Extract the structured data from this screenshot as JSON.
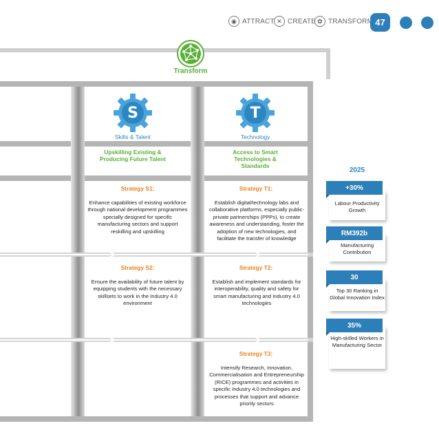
{
  "header": {
    "nav": [
      {
        "label": "ATTRACT",
        "icon": "attract-icon",
        "glyph": "◉"
      },
      {
        "label": "CREATE",
        "icon": "create-icon",
        "glyph": "✕"
      },
      {
        "label": "TRANSFORM",
        "icon": "transform-icon",
        "glyph": "✿"
      }
    ],
    "page_number": "47"
  },
  "transform": {
    "title": "Transform",
    "icon": "transform-network-icon"
  },
  "pillars": [
    {
      "letter": "S",
      "label": "Skills & Talent",
      "heading": "Upskilling Existing & Producing Future Talent",
      "color": "#2c86c0"
    },
    {
      "letter": "T",
      "label": "Technology",
      "heading": "Access to Smart Technologies & Standards",
      "color": "#2c86c0"
    }
  ],
  "strategies": {
    "s1": {
      "title": "Strategy S1:",
      "text": "Enhance capabilities of existing workforce through national development programmes specially designed for specific manufacturing sectors and support reskilling and upskilling"
    },
    "s2": {
      "title": "Strategy S2:",
      "text": "Ensure the availability of future talent by equipping students with the necessary skillsets to work in the Industry 4.0 environment"
    },
    "t1": {
      "title": "Strategy T1:",
      "text": "Establish digital/technology labs and collaborative platforms, especially public-private partnerships (PPPs), to create awareness and understanding, foster the adoption of new technologies, and facilitate the transfer of knowledge"
    },
    "t2": {
      "title": "Strategy T2:",
      "text": "Establish and implement standards for interoperability, quality and safety for smart manufacturing and Industry 4.0 technologies"
    },
    "t3": {
      "title": "Strategy T3:",
      "text": "Intensify Research, Innovation, Commercialisation and Entrepreneurship (RICE) programmes and activities in specific Industry 4.0 technologies and processes that support and advance priority sectors"
    }
  },
  "targets": {
    "year": "2025",
    "items": [
      {
        "value": "+30%",
        "label": "Labour Productivity Growth"
      },
      {
        "value": "RM392b",
        "label": "Manufacturing Contribution"
      },
      {
        "value": "30",
        "label": "Top 30 Ranking in Global Innovation Index"
      },
      {
        "value": "35%",
        "label": "High-skilled Workers in Manufacturing Sector"
      }
    ]
  },
  "colors": {
    "blue": "#2c7fb8",
    "green": "#58b035",
    "orange": "#e8801f",
    "grey": "#cfcfcf"
  }
}
